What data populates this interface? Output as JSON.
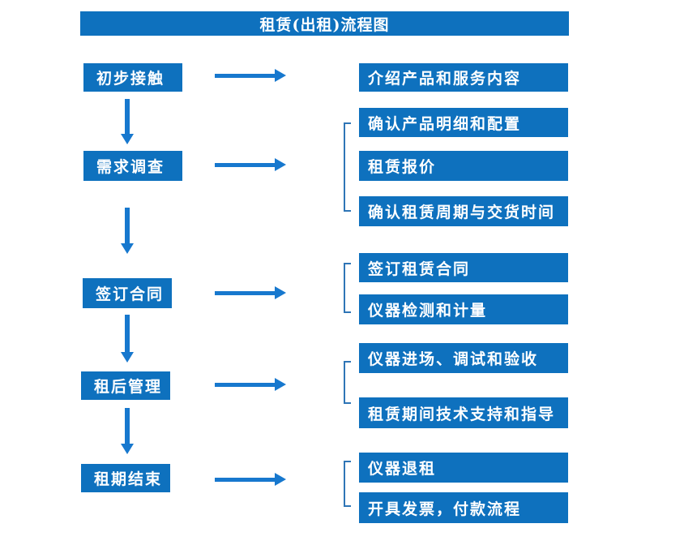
{
  "title": "租赁(出租)流程图",
  "colors": {
    "box_fill": "#0E71BE",
    "arrow": "#1778CE",
    "bracket": "#2E75B6",
    "box_text": "#FFFFFF",
    "background": "#FFFFFF"
  },
  "steps": [
    {
      "label": "初步接触",
      "outputs": [
        "介绍产品和服务内容"
      ]
    },
    {
      "label": "需求调查",
      "outputs": [
        "确认产品明细和配置",
        "租赁报价",
        "确认租赁周期与交货时间"
      ]
    },
    {
      "label": "签订合同",
      "outputs": [
        "签订租赁合同",
        "仪器检测和计量"
      ]
    },
    {
      "label": "租后管理",
      "outputs": [
        "仪器进场、调试和验收",
        "租赁期间技术支持和指导"
      ]
    },
    {
      "label": "租期结束",
      "outputs": [
        "仪器退租",
        "开具发票，付款流程"
      ]
    }
  ]
}
